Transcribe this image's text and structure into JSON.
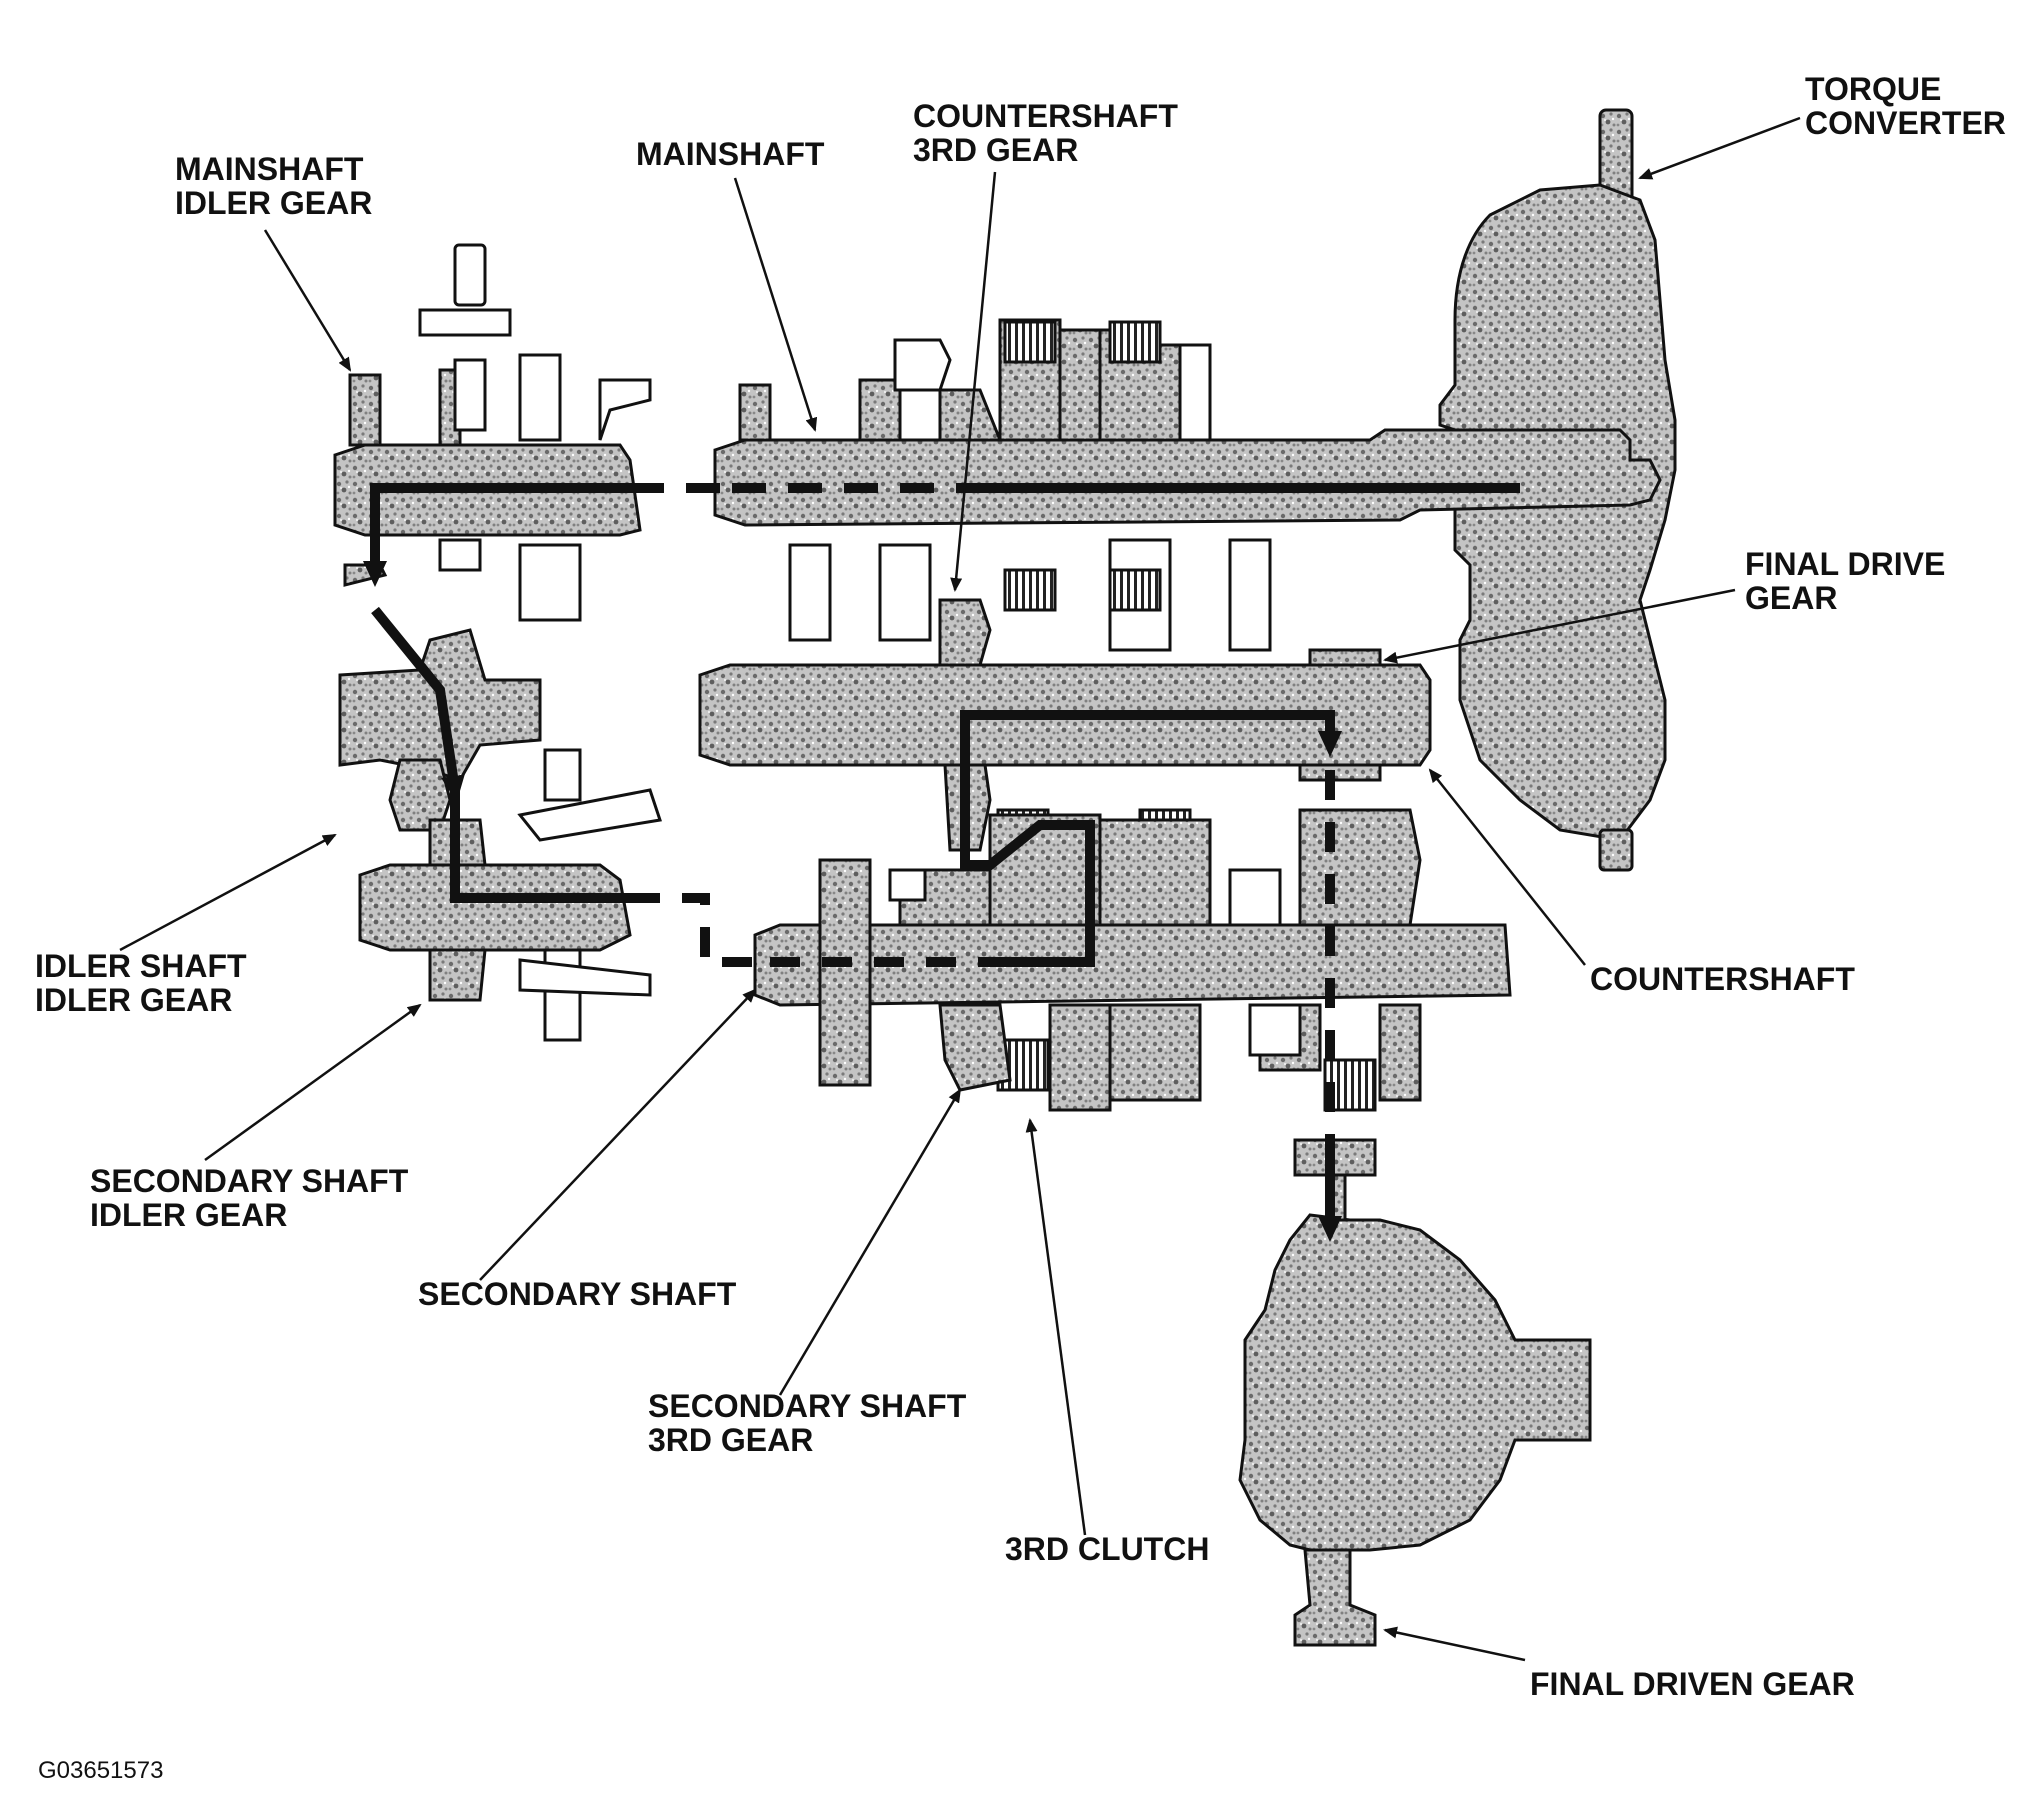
{
  "labels": {
    "torque_converter": [
      "TORQUE",
      "CONVERTER"
    ],
    "mainshaft": "MAINSHAFT",
    "countershaft_3rd_gear": [
      "COUNTERSHAFT",
      "3RD GEAR"
    ],
    "mainshaft_idler_gear": [
      "MAINSHAFT",
      "IDLER GEAR"
    ],
    "final_drive_gear": [
      "FINAL DRIVE",
      "GEAR"
    ],
    "countershaft": "COUNTERSHAFT",
    "idler_shaft_idler_gear": [
      "IDLER SHAFT",
      "IDLER GEAR"
    ],
    "secondary_shaft_idler_gear": [
      "SECONDARY SHAFT",
      "IDLER GEAR"
    ],
    "secondary_shaft": "SECONDARY SHAFT",
    "secondary_shaft_3rd_gear": [
      "SECONDARY SHAFT",
      "3RD GEAR"
    ],
    "third_clutch": "3RD CLUTCH",
    "final_driven_gear": "FINAL DRIVEN GEAR"
  },
  "figure_code": "G03651573",
  "colors": {
    "stipple_fill": "#bdbdbd",
    "ink": "#111111",
    "background": "#ffffff"
  }
}
